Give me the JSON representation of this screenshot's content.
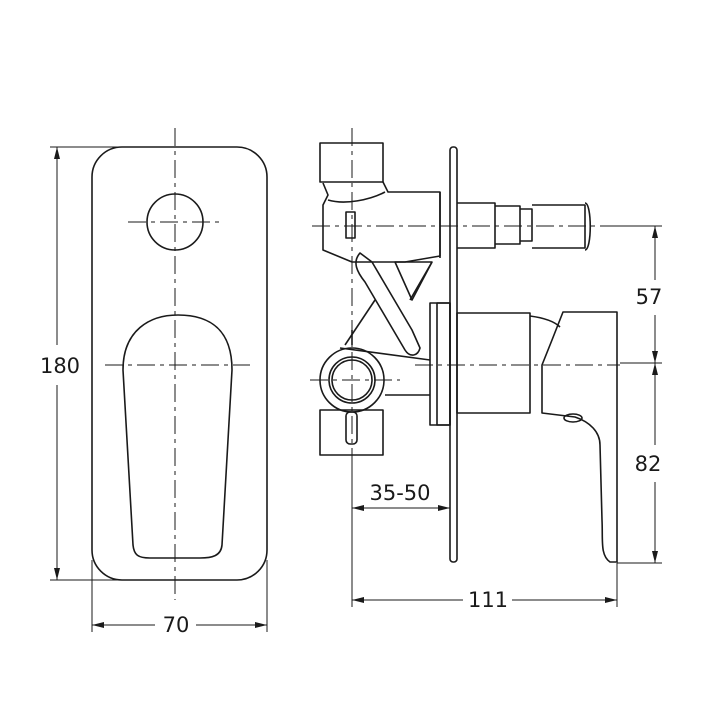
{
  "drawing": {
    "front_view": {
      "height_label": "180",
      "width_label": "70"
    },
    "side_view": {
      "upper_spacing_label": "57",
      "lower_spacing_label": "82",
      "wall_depth_label": "35-50",
      "total_depth_label": "111"
    }
  }
}
